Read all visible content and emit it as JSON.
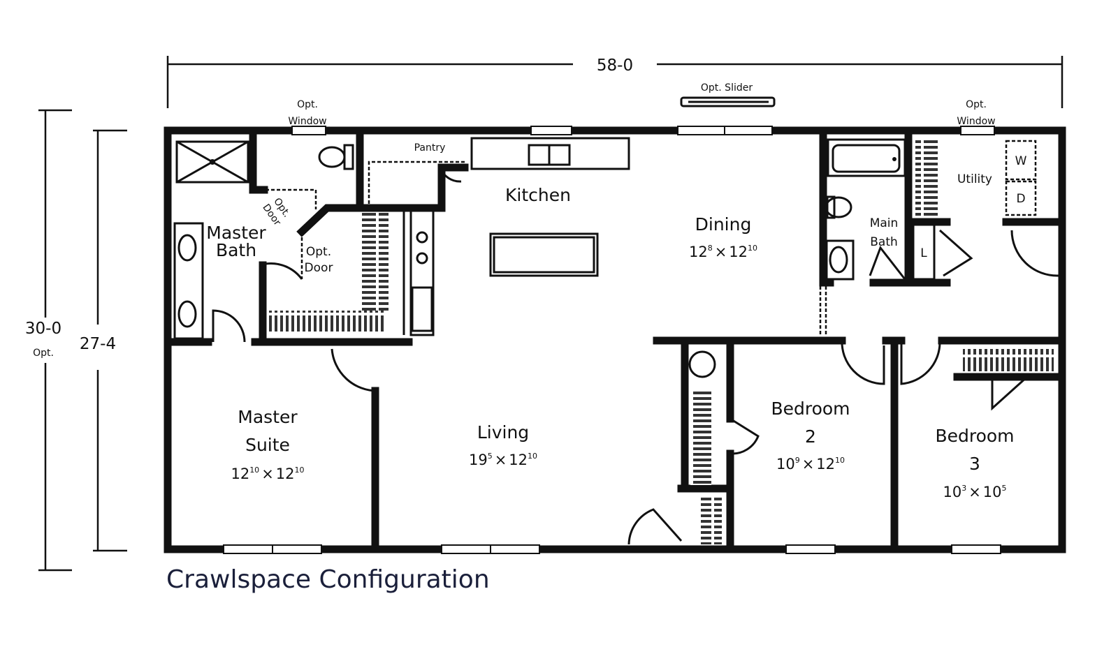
{
  "dimensions": {
    "overall_width": "58-0",
    "overall_depth": "27-4",
    "optional_depth": "30-0",
    "optional_depth_note": "Opt."
  },
  "exterior_options": {
    "window_left": [
      "Opt.",
      "Window"
    ],
    "window_right": [
      "Opt.",
      "Window"
    ],
    "slider": "Opt. Slider"
  },
  "rooms": {
    "master_bath": [
      "Master",
      "Bath"
    ],
    "opt_door_1": [
      "Opt.",
      "Door"
    ],
    "opt_door_2": [
      "Opt.",
      "Door"
    ],
    "pantry": "Pantry",
    "kitchen": "Kitchen",
    "dining": {
      "name": "Dining",
      "w": "12",
      "w_in": "8",
      "x": "×",
      "d": "12",
      "d_in": "10"
    },
    "main_bath": [
      "Main",
      "Bath"
    ],
    "utility": "Utility",
    "washer": "W",
    "dryer": "D",
    "linen": "L",
    "master_suite": {
      "name": [
        "Master",
        "Suite"
      ],
      "w": "12",
      "w_in": "10",
      "x": "×",
      "d": "12",
      "d_in": "10"
    },
    "living": {
      "name": "Living",
      "w": "19",
      "w_in": "5",
      "x": "×",
      "d": "12",
      "d_in": "10"
    },
    "bedroom2": {
      "name": [
        "Bedroom",
        "2"
      ],
      "w": "10",
      "w_in": "9",
      "x": "×",
      "d": "12",
      "d_in": "10"
    },
    "bedroom3": {
      "name": [
        "Bedroom",
        "3"
      ],
      "w": "10",
      "w_in": "3",
      "x": "×",
      "d": "10",
      "d_in": "5"
    }
  },
  "caption": "Crawlspace Configuration"
}
